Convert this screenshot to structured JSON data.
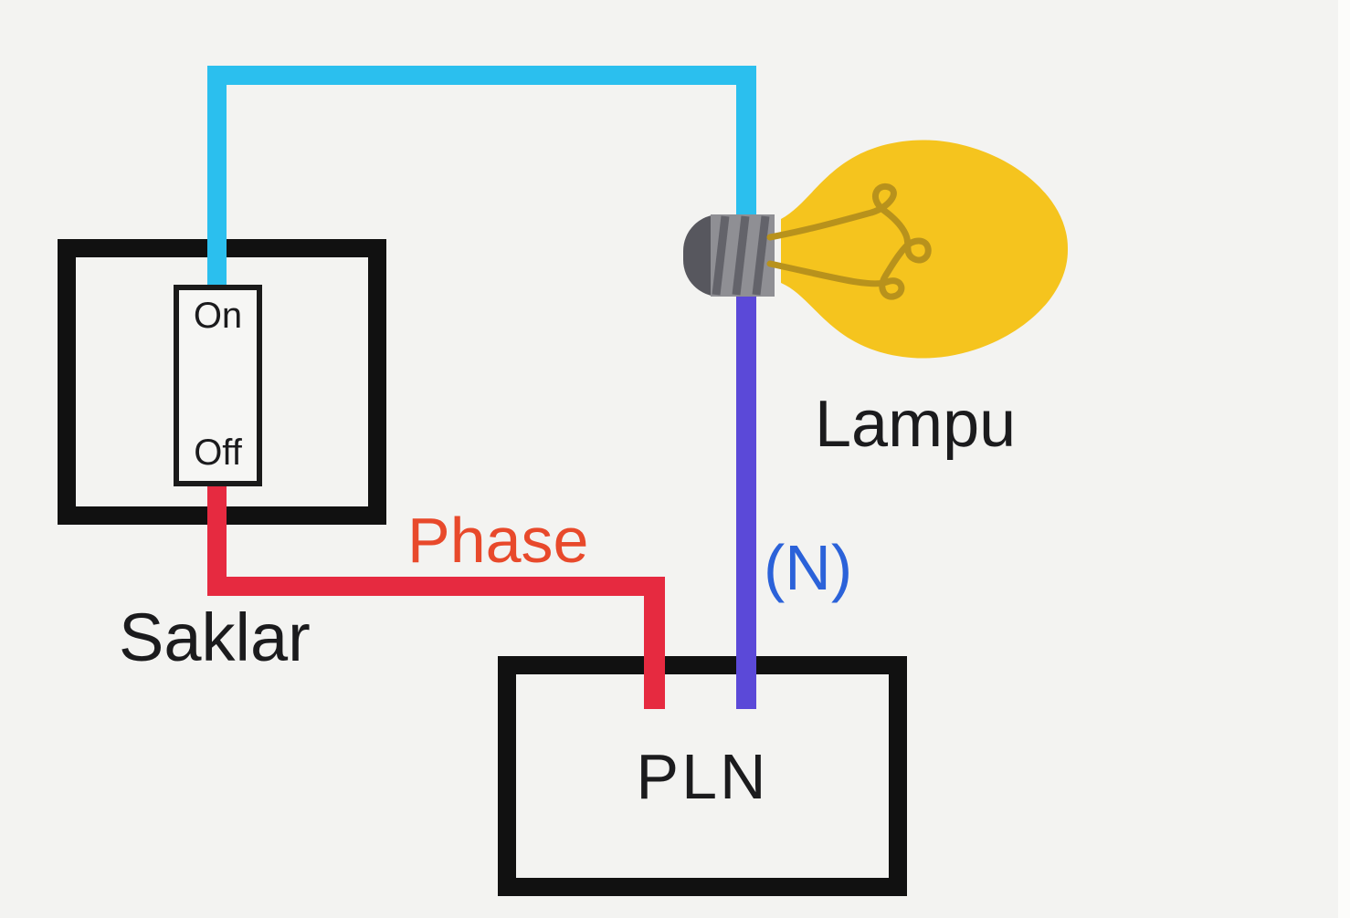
{
  "labels": {
    "switch": "Saklar",
    "switch_on": "On",
    "switch_off": "Off",
    "phase": "Phase",
    "neutral": "(N)",
    "lamp": "Lampu",
    "power_source": "PLN"
  },
  "colors": {
    "background": "#f3f3f1",
    "edge_strip": "#fcfcfa",
    "box_border": "#111111",
    "text": "#1b1b1d",
    "toggle_fill": "#f6f6f4",
    "toggle_border": "#1a1a1a",
    "wire_switch_to_lamp": "#2bbfee",
    "wire_phase": "#e62a40",
    "wire_neutral": "#5b49d8",
    "phase_label": "#e8492b",
    "neutral_label": "#2b62d9",
    "bulb_body": "#f5c41e",
    "bulb_filament": "#b8921c",
    "bulb_base": "#8f8f94",
    "bulb_base_tip": "#57575e",
    "bulb_base_thread": "#63636a"
  }
}
